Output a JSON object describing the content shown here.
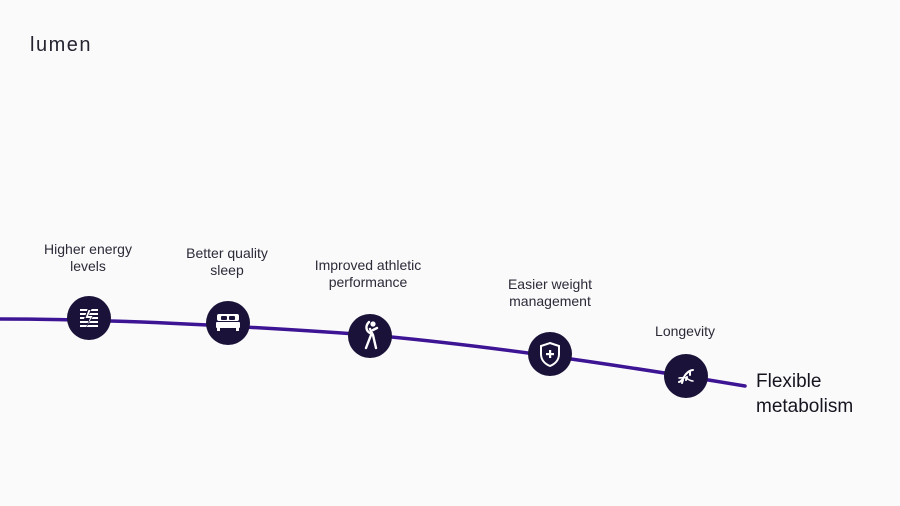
{
  "brand": {
    "logo_text": "lumen",
    "line_color": "#3d1494",
    "node_color": "#1a1238"
  },
  "milestones": [
    {
      "label_line1": "Higher energy",
      "label_line2": "levels",
      "icon": "energy-icon"
    },
    {
      "label_line1": "Better quality",
      "label_line2": "sleep",
      "icon": "bed-icon"
    },
    {
      "label_line1": "Improved athletic",
      "label_line2": "performance",
      "icon": "athlete-icon"
    },
    {
      "label_line1": "Easier weight",
      "label_line2": "management",
      "icon": "shield-plus-icon"
    },
    {
      "label_line1": "Longevity",
      "label_line2": "",
      "icon": "dna-icon"
    }
  ],
  "outcome": {
    "line1": "Flexible",
    "line2": "metabolism"
  }
}
